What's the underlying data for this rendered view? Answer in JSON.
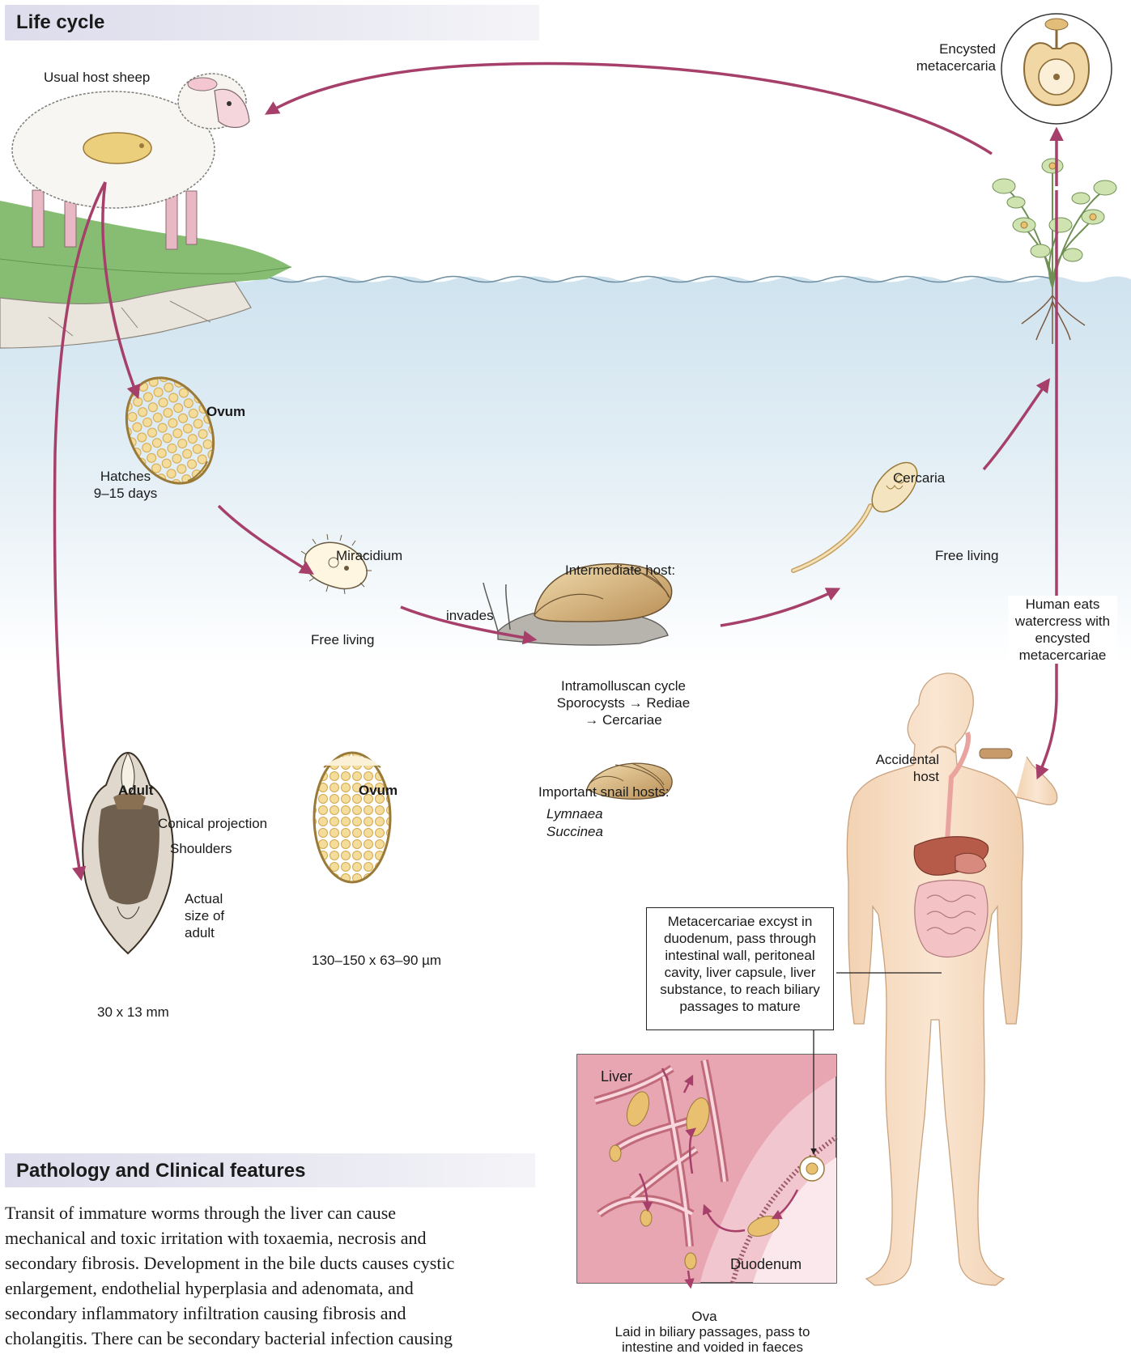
{
  "colors": {
    "arrow": "#a6406a",
    "water": "#dbeaf3",
    "grass": "#7fb86e",
    "egg": "#e8c070",
    "skin": "#f6dcc0",
    "header_bar": "#e2e2ee"
  },
  "life_cycle": {
    "title": "Life cycle",
    "usual_host": "Usual host sheep",
    "encysted": "Encysted metacercaria",
    "ovum": "Ovum",
    "hatches": "Hatches",
    "hatch_days": "9–15 days",
    "miracidium": "Miracidium",
    "mir_free_living": "Free living",
    "invades": "invades",
    "intermediate_host": "Intermediate host:",
    "intramolluscan_1": "Intramolluscan cycle",
    "intramolluscan_2": "Sporocysts → Rediae",
    "intramolluscan_3": "→ Cercariae",
    "cercaria": "Cercaria",
    "cer_free_living": "Free living",
    "human_eats": "Human eats watercress with encysted metacercariae",
    "accidental_host": "Accidental host"
  },
  "morphology": {
    "adult_title": "Adult",
    "conical": "Conical projection",
    "shoulders": "Shoulders",
    "actual_size": "Actual size of adult",
    "adult_size": "30 x 13 mm",
    "ovum_title": "Ovum",
    "ovum_size": "130–150 x 63–90 µm",
    "snail_hosts": "Important snail hosts:",
    "snail_1": "Lymnaea",
    "snail_2": "Succinea"
  },
  "callout": "Metacercariae excyst in duodenum, pass through intestinal wall, peritoneal cavity, liver capsule, liver substance, to reach biliary passages to mature",
  "inset": {
    "liver": "Liver",
    "duodenum": "Duodenum",
    "ova": "Ova",
    "ova_caption": "Laid in biliary passages, pass to intestine and voided in faeces"
  },
  "pathology": {
    "title": "Pathology and Clinical features",
    "lines": [
      "Transit of immature worms through the liver can cause",
      "mechanical and toxic irritation with toxaemia, necrosis and",
      "secondary fibrosis. Development in the bile ducts causes cystic",
      "enlargement, endothelial hyperplasia and adenomata, and",
      "secondary inflammatory infiltration causing fibrosis and",
      "cholangitis. There can be secondary bacterial infection causing"
    ]
  }
}
